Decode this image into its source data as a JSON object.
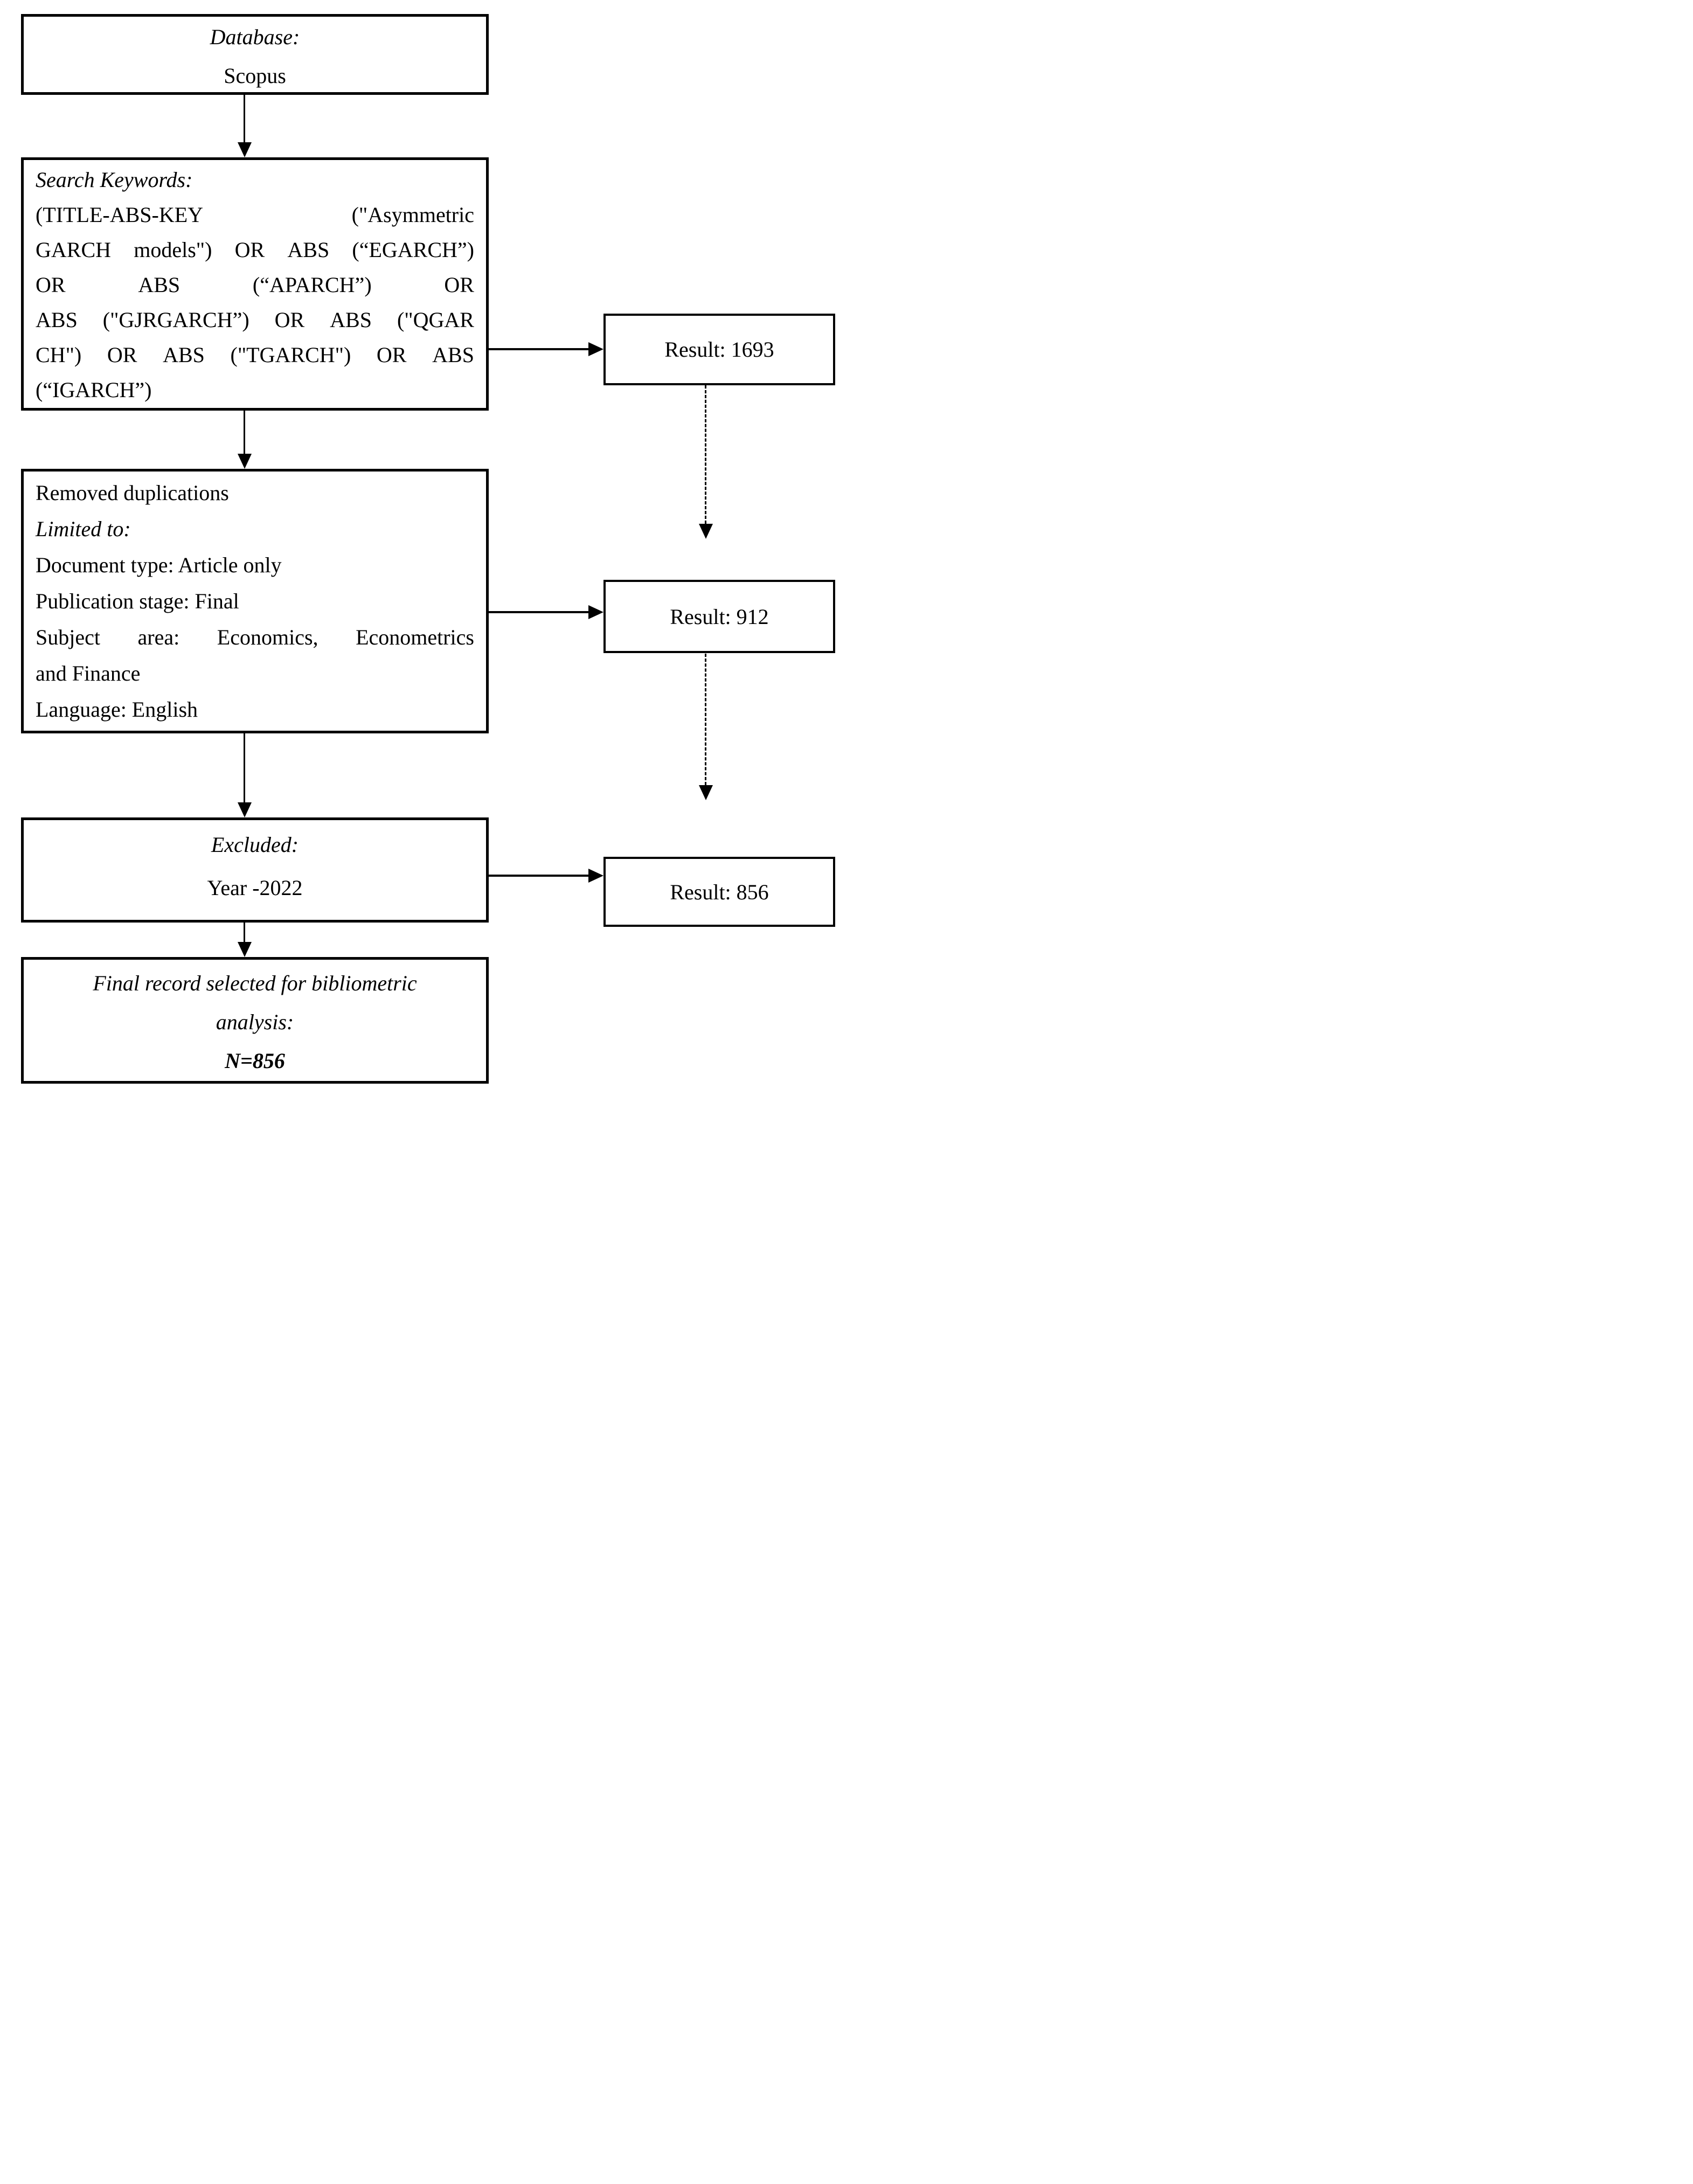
{
  "flowchart": {
    "database_box": {
      "title": "Database:",
      "value": "Scopus"
    },
    "keywords_box": {
      "lines": [
        {
          "text": "Search Keywords:",
          "italic": true
        },
        {
          "text": "(TITLE-ABS-KEY (\"Asymmetric",
          "spread": true
        },
        {
          "text": "GARCH models\") OR ABS (“EGARCH”)",
          "spread": true
        },
        {
          "text": "OR ABS (“APARCH”) OR",
          "spread": true
        },
        {
          "text": "ABS (\"GJRGARCH”) OR ABS (\"QGAR",
          "spread": true
        },
        {
          "text": "CH\") OR ABS (\"TGARCH\") OR ABS",
          "spread": true
        },
        {
          "text": "(“IGARCH”)"
        }
      ]
    },
    "filters_box": {
      "lines": [
        {
          "text": "Removed duplications"
        },
        {
          "text": "Limited to:",
          "italic": true
        },
        {
          "text": "Document type: Article only"
        },
        {
          "text": "Publication stage: Final"
        },
        {
          "text": "Subject area: Economics, Econometrics",
          "spread": true
        },
        {
          "text": "and Finance"
        },
        {
          "text": "Language: English"
        }
      ]
    },
    "excluded_box": {
      "title": "Excluded:",
      "value": "Year -2022"
    },
    "final_box": {
      "lines": [
        {
          "text": "Final record selected for bibliometric",
          "italic": true
        },
        {
          "text": "analysis:",
          "italic": true
        },
        {
          "text": "N=856",
          "italic": true,
          "bold": true
        }
      ]
    },
    "results": [
      {
        "label": "Result: 1693"
      },
      {
        "label": "Result: 912"
      },
      {
        "label": "Result: 856"
      }
    ],
    "colors": {
      "ink": "#000000",
      "background": "#ffffff"
    }
  }
}
